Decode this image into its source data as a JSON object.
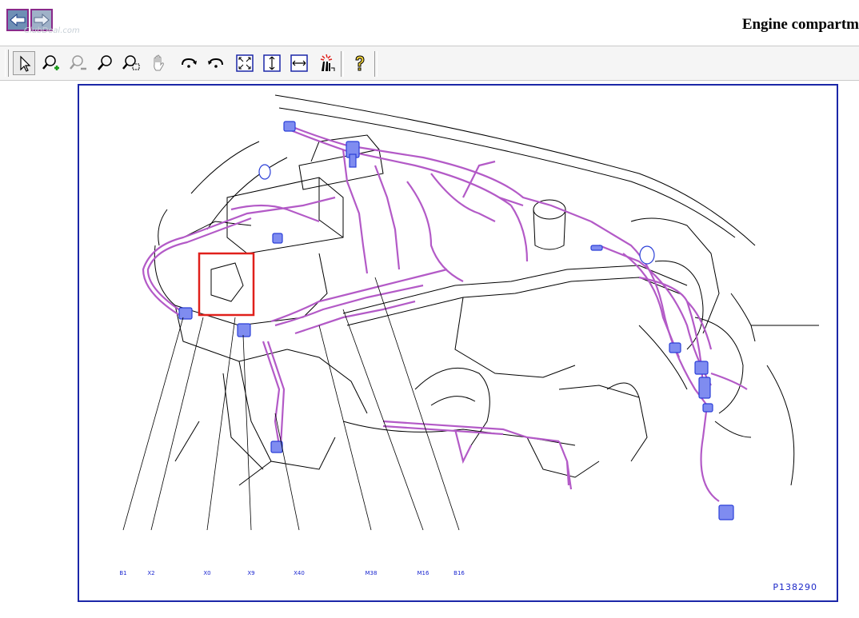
{
  "window": {
    "title": "Engine compartm",
    "watermark": "ClubDeal.com"
  },
  "nav": {
    "back_icon": "back-arrow-icon",
    "forward_icon": "forward-arrow-icon"
  },
  "toolbar": {
    "tools": [
      {
        "icon": "select-pointer-icon",
        "active": true
      },
      {
        "icon": "zoom-in-icon"
      },
      {
        "icon": "zoom-out-icon"
      },
      {
        "icon": "zoom-icon"
      },
      {
        "icon": "zoom-window-icon"
      },
      {
        "icon": "pan-hand-icon"
      },
      {
        "icon": "rotate-clockwise-icon"
      },
      {
        "icon": "rotate-counterclockwise-icon"
      },
      {
        "icon": "fit-page-icon"
      },
      {
        "icon": "fit-height-icon"
      },
      {
        "icon": "fit-width-icon"
      },
      {
        "icon": "highlight-icon"
      },
      {
        "icon": "help-icon"
      }
    ]
  },
  "diagram": {
    "image_id": "P138290",
    "component_refs": [
      "B1",
      "X2",
      "X0",
      "X9",
      "X40",
      "M38",
      "M16",
      "B16"
    ],
    "colors": {
      "frame": "#1b27a8",
      "harness": "#b35ac7",
      "connector": "#2b3fd8",
      "highlight": "#e0201b"
    }
  }
}
